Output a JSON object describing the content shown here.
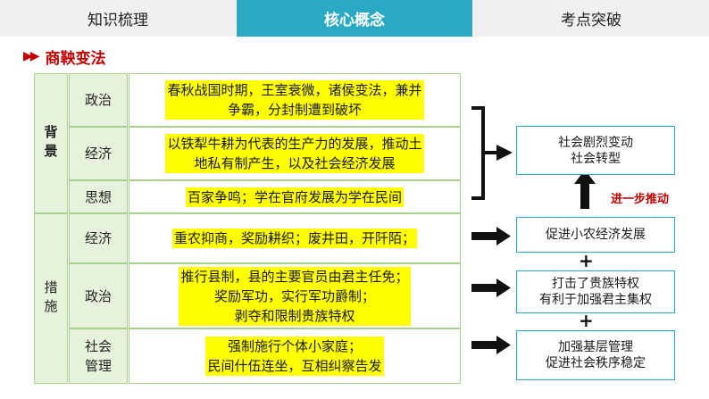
{
  "tabs": [
    {
      "label": "知识梳理",
      "active": false
    },
    {
      "label": "核心概念",
      "active": true
    },
    {
      "label": "考点突破",
      "active": false
    }
  ],
  "section": {
    "title": "商鞅变法"
  },
  "background_group": {
    "label": "背景",
    "rows": [
      {
        "category": "政治",
        "lines": [
          "春秋战国时期，王室衰微，诸侯变法，兼并",
          "争霸，分封制遭到破坏"
        ]
      },
      {
        "category": "经济",
        "lines": [
          "以铁犁牛耕为代表的生产力的发展，推动土",
          "地私有制产生，以及社会经济发展"
        ]
      },
      {
        "category": "思想",
        "lines": [
          "百家争鸣；学在官府发展为学在民间"
        ]
      }
    ]
  },
  "measures_group": {
    "label": "措施",
    "rows": [
      {
        "category": [
          "经济"
        ],
        "lines": [
          "重农抑商，奖励耕织；废井田，开阡陌；"
        ]
      },
      {
        "category": [
          "政治"
        ],
        "lines": [
          "推行县制，县的主要官员由君主任免；",
          "奖励军功，实行军功爵制；",
          "剥夺和限制贵族特权"
        ]
      },
      {
        "category": [
          "社会",
          "管理"
        ],
        "lines": [
          "强制施行个体小家庭；",
          "民间什伍连坐，互相纠察告发"
        ]
      }
    ]
  },
  "results": {
    "society": [
      "社会剧烈变动",
      "社会转型"
    ],
    "push_label": "进一步推动",
    "economy": [
      "促进小农经济发展"
    ],
    "politics": [
      "打击了贵族特权",
      "有利于加强君主集权"
    ],
    "social": [
      "加强基层管理",
      "促进社会秩序稳定"
    ]
  },
  "colors": {
    "tab_active": "#29a9c4",
    "tab_inactive": "#f0f0f0",
    "title_red": "#c00000",
    "cell_green": "#e6f2db",
    "cell_border": "#a9d18e",
    "highlight": "#ffff00",
    "box_border": "#29a9c4"
  },
  "icons": [
    "double-chevron-right-icon",
    "bracket-icon",
    "arrow-right-icon",
    "arrow-up-icon",
    "plus-icon"
  ]
}
